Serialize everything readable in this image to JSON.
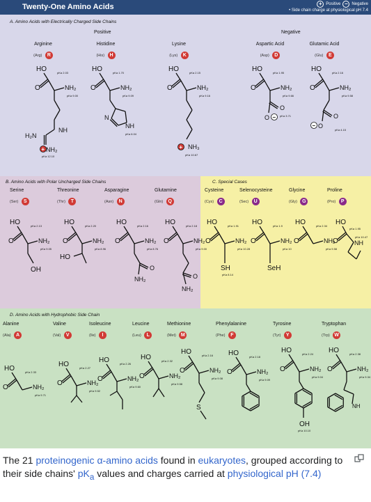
{
  "figure": {
    "title": "Twenty-One Amino Acids",
    "legend": {
      "positive": "Positive",
      "negative": "Negative",
      "note": "• Side chain charge at physiological pH 7.4"
    },
    "sections": {
      "A": {
        "title": "A.   Amino Acids with Electrically Charged Side Chains",
        "positive": "Positive",
        "negative": "Negative"
      },
      "B": {
        "title": "B.   Amino Acids with Polar Uncharged Side Chains"
      },
      "C": {
        "title": "C.   Special Cases"
      },
      "D": {
        "title": "D.   Amino Acids with Hydrophobic Side Chain"
      }
    },
    "amino_acids": [
      {
        "name": "Arginine",
        "abbr": "(Arg)",
        "letter": "R",
        "pka": [
          "pKa 2.03",
          "pKa 9.00",
          "pKa 12.10"
        ]
      },
      {
        "name": "Histidine",
        "abbr": "(His)",
        "letter": "H",
        "pka": [
          "pKa 1.70",
          "pKa 9.09",
          "pKa 6.04"
        ]
      },
      {
        "name": "Lysine",
        "abbr": "(Lys)",
        "letter": "K",
        "pka": [
          "pKa 2.15",
          "pKa 9.16",
          "pKa 10.67"
        ]
      },
      {
        "name": "Aspartic Acid",
        "abbr": "(Asp)",
        "letter": "D",
        "pka": [
          "pKa 1.95",
          "pKa 9.66",
          "pKa 3.71"
        ]
      },
      {
        "name": "Glutamic Acid",
        "abbr": "(Glu)",
        "letter": "E",
        "pka": [
          "pKa 2.16",
          "pKa 9.58",
          "pKa 4.15"
        ]
      },
      {
        "name": "Serine",
        "abbr": "(Ser)",
        "letter": "S",
        "pka": [
          "pKa 2.13",
          "pKa 9.05"
        ]
      },
      {
        "name": "Threonine",
        "abbr": "(Thr)",
        "letter": "T",
        "pka": [
          "pKa 2.20",
          "pKa 8.96"
        ]
      },
      {
        "name": "Asparagine",
        "abbr": "(Asn)",
        "letter": "N",
        "pka": [
          "pKa 2.16",
          "pKa 8.76"
        ]
      },
      {
        "name": "Glutamine",
        "abbr": "(Gln)",
        "letter": "Q",
        "pka": [
          "pKa 2.18",
          "pKa 9.00"
        ]
      },
      {
        "name": "Cysteine",
        "abbr": "(Cys)",
        "letter": "C",
        "pka": [
          "pKa 1.91",
          "pKa 10.28",
          "pKa 8.14"
        ]
      },
      {
        "name": "Selenocysteine",
        "abbr": "(Sec)",
        "letter": "U",
        "pka": [
          "pKa 1.9",
          "pKa 10"
        ]
      },
      {
        "name": "Glycine",
        "abbr": "(Gly)",
        "letter": "G",
        "pka": [
          "pKa 2.34",
          "pKa 9.58"
        ]
      },
      {
        "name": "Proline",
        "abbr": "(Pro)",
        "letter": "P",
        "pka": [
          "pKa 1.95",
          "pKa 10.47"
        ]
      },
      {
        "name": "Alanine",
        "abbr": "(Ala)",
        "letter": "A",
        "pka": [
          "pKa 2.33",
          "pKa 9.71"
        ]
      },
      {
        "name": "Valine",
        "abbr": "(Val)",
        "letter": "V",
        "pka": [
          "pKa 2.27",
          "pKa 9.52"
        ]
      },
      {
        "name": "Isoleucine",
        "abbr": "(Ile)",
        "letter": "I",
        "pka": [
          "pKa 2.26",
          "pKa 9.60"
        ]
      },
      {
        "name": "Leucine",
        "abbr": "(Leu)",
        "letter": "L",
        "pka": [
          "pKa 2.32",
          "pKa 9.58"
        ]
      },
      {
        "name": "Methionine",
        "abbr": "(Met)",
        "letter": "M",
        "pka": [
          "pKa 2.16",
          "pKa 9.08"
        ]
      },
      {
        "name": "Phenylalanine",
        "abbr": "(Phe)",
        "letter": "F",
        "pka": [
          "pKa 2.18",
          "pKa 9.09"
        ]
      },
      {
        "name": "Tyrosine",
        "abbr": "(Tyr)",
        "letter": "Y",
        "pka": [
          "pKa 2.24",
          "pKa 9.04",
          "pKa 10.10"
        ]
      },
      {
        "name": "Tryptophan",
        "abbr": "(Trp)",
        "letter": "W",
        "pka": [
          "pKa 2.38",
          "pKa 9.34"
        ]
      }
    ],
    "labels": {
      "ho": "HO",
      "nh2": "NH₂",
      "nh3": "NH₃",
      "nh": "NH",
      "n": "N",
      "h2n": "H₂N",
      "oh": "OH",
      "sh": "SH",
      "seh": "SeH",
      "s": "S",
      "o": "O",
      "minus": "−",
      "plus": "+"
    },
    "colors": {
      "header": "#2a4a7a",
      "panelA": "#d8d7ea",
      "panelB": "#dccbdc",
      "panelC": "#f6f0a5",
      "panelD": "#c9e1c3",
      "badge": "#d13a35",
      "badgeSpecial": "#8a2a8a"
    }
  },
  "caption": {
    "t1": "The 21 ",
    "link1": "proteinogenic",
    "t2": " ",
    "link2": "α-amino acids",
    "t3": " found in ",
    "link3": "eukaryotes",
    "t4": ", grouped according to their side chains' ",
    "link4": "pK",
    "link4sub": "a",
    "t5": " values and charges carried at ",
    "link5": "physiological pH (7.4)"
  }
}
